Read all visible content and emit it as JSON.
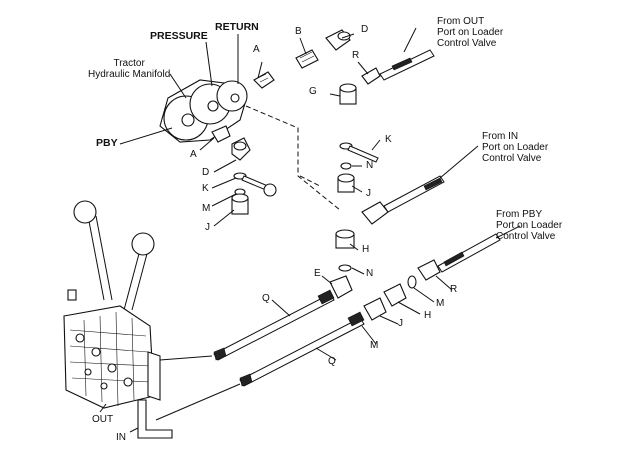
{
  "labels": {
    "pressure": "PRESSURE",
    "return": "RETURN",
    "manifold": "Tractor\nHydraulic Manifold",
    "pby": "PBY",
    "out": "OUT",
    "in": "IN",
    "from_out": "From OUT\nPort on Loader\nControl Valve",
    "from_in": "From IN\nPort on Loader\nControl Valve",
    "from_pby": "From PBY\nPort on Loader\nControl Valve"
  },
  "callouts": {
    "A_top": "A",
    "B": "B",
    "D_top": "D",
    "R_top": "R",
    "G": "G",
    "A_left": "A",
    "D_left": "D",
    "K_left": "K",
    "M_left": "M",
    "J_left": "J",
    "K_right": "K",
    "N_right": "N",
    "J_right": "J",
    "H_mid": "H",
    "E": "E",
    "N_mid": "N",
    "R_low": "R",
    "M_low": "M",
    "H_low": "H",
    "J_low": "J",
    "Q_upper": "Q",
    "M_bottom": "M",
    "Q_lower": "Q"
  }
}
